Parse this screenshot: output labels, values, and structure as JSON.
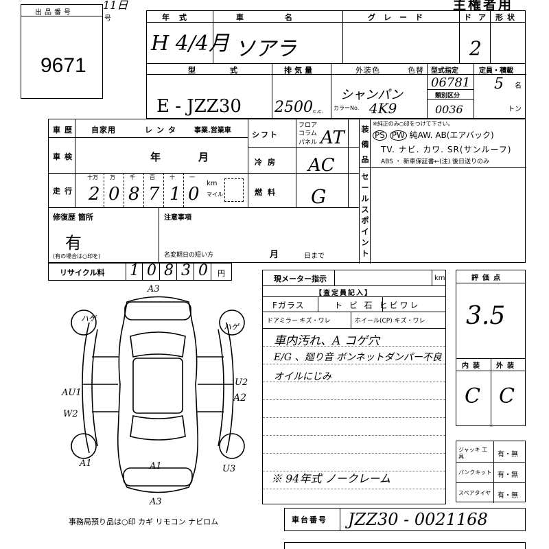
{
  "header": {
    "lot_label": "出品番号",
    "go_suffix": "号",
    "lot_number": "9671",
    "top_stamp": "11日",
    "owner_label": "主権者用"
  },
  "vehicle": {
    "year_label": "年式",
    "year_value": "H 4/4月",
    "name_label": "車名",
    "name_value": "ソアラ",
    "grade_label": "グレード",
    "doors_label": "ドア",
    "doors_value": "2",
    "body_label": "形状",
    "model_label": "型式",
    "model_value": "E - JZZ30",
    "displacement_label": "排気量",
    "displacement_value": "2500",
    "cc_unit": "c.c.",
    "exterior_label": "外装色",
    "color_change_label": "色替",
    "exterior_value": "シャンパン",
    "color_no_label": "カラーNo.",
    "color_no_value": "4K9",
    "type_designation_label": "型式指定",
    "type_designation_value": "06781",
    "category_label": "類別区分",
    "category_value": "0036",
    "capacity_label": "定員・積載",
    "capacity_value": "5",
    "capacity_unit": "名",
    "load_unit": "トン"
  },
  "history": {
    "label": "車歴",
    "options": [
      "自家用",
      "レンタ",
      "事業.営業車"
    ],
    "inspection_label": "車検",
    "year_unit": "年",
    "month_unit": "月",
    "mileage_label": "走行",
    "digit_headers": [
      "十万",
      "万",
      "千",
      "百",
      "十",
      "一"
    ],
    "mileage_digits": [
      "2",
      "0",
      "8",
      "7",
      "1",
      "0"
    ],
    "km_unit": "km",
    "mile_unit": "マイル"
  },
  "drivetrain": {
    "shift_label": "シフト",
    "shift_options": [
      "フロア",
      "コラム",
      "パネル"
    ],
    "shift_value": "AT",
    "ac_label": "冷房",
    "ac_value": "AC",
    "fuel_label": "燃料",
    "fuel_value": "G"
  },
  "equipment": {
    "label": "装備品",
    "note": "※純正のみ○印をつけて下さい。",
    "row1": [
      "PS",
      "PW",
      "純AW.",
      "AB(エアバック)"
    ],
    "row2": "TV. ナビ. カワ. SR(サンルーフ)",
    "row3": "ABS ・ 新車保証書←(注) 後日送りのみ",
    "sales_point_label": "セールスポイント"
  },
  "repair": {
    "label": "修復歴 箇所",
    "value": "有",
    "note": "(有の場合は○印を)",
    "caution_label": "注意事項",
    "name_change_label": "名変期日の短い方",
    "month_unit": "月",
    "day_unit": "日まで"
  },
  "recycle": {
    "label": "リサイクル料",
    "digits": [
      "1",
      "0",
      "8",
      "3",
      "0"
    ],
    "unit": "円"
  },
  "diagram": {
    "marks": [
      "A3",
      "ハゲ",
      "ハゲ",
      "AU1",
      "W2",
      "U2",
      "A2",
      "A1",
      "A1",
      "U3",
      "A3"
    ],
    "footer": "事務局預り品は○印 カギ リモコン ナビロム"
  },
  "meter": {
    "label": "現メーター指示",
    "unit": "km",
    "inspector_label": "【査定員記入】",
    "glass_label": "Fガラス",
    "glass_options": "ト ビ 石  ヒビワレ",
    "mirror_label": "ドアミラー キズ・ワレ",
    "wheel_label": "ホイール(CP) キズ・ワレ",
    "notes": [
      "車内汚れ、A コゲ穴",
      "E/G 、廻り音   ボンネットダンパー不良",
      "オイルにじみ"
    ],
    "bottom_note": "※ 94年式 ノークレーム"
  },
  "score": {
    "label": "評価点",
    "value": "3.5",
    "interior_label": "内装",
    "exterior_label": "外装",
    "interior_value": "C",
    "exterior_value": "C"
  },
  "tools": {
    "rows": [
      "ジャッキ 工具",
      "パンクキット",
      "スペアタイヤ"
    ],
    "option": "有・無"
  },
  "chassis": {
    "label": "車台番号",
    "value": "JZZ30 - 0021168"
  }
}
